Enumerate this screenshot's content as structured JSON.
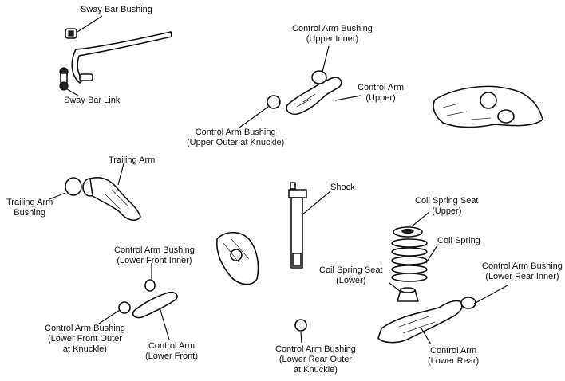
{
  "labels": {
    "sway_bar_bushing": [
      "Sway Bar Bushing"
    ],
    "sway_bar_link": [
      "Sway Bar Link"
    ],
    "ca_bushing_upper_inner": [
      "Control Arm Bushing",
      "(Upper Inner)"
    ],
    "control_arm_upper": [
      "Control Arm",
      "(Upper)"
    ],
    "ca_bushing_upper_outer": [
      "Control Arm Bushing",
      "(Upper Outer at Knuckle)"
    ],
    "trailing_arm": [
      "Trailing Arm"
    ],
    "trailing_arm_bushing": [
      "Trailing Arm",
      "Bushing"
    ],
    "shock": [
      "Shock"
    ],
    "coil_spring_seat_upper": [
      "Coil Spring Seat",
      "(Upper)"
    ],
    "coil_spring": [
      "Coil Spring"
    ],
    "coil_spring_seat_lower": [
      "Coil Spring Seat",
      "(Lower)"
    ],
    "ca_bushing_lower_rear_inner": [
      "Control Arm Bushing",
      "(Lower Rear Inner)"
    ],
    "ca_bushing_lower_front_inner": [
      "Control Arm Bushing",
      "(Lower Front Inner)"
    ],
    "ca_bushing_lower_front_outer": [
      "Control Arm Bushing",
      "(Lower Front Outer",
      "at Knuckle)"
    ],
    "control_arm_lower_front": [
      "Control Arm",
      "(Lower Front)"
    ],
    "ca_bushing_lower_rear_outer": [
      "Control Arm Bushing",
      "(Lower Rear Outer",
      "at Knuckle)"
    ],
    "control_arm_lower_rear": [
      "Control Arm",
      "(Lower Rear)"
    ]
  }
}
